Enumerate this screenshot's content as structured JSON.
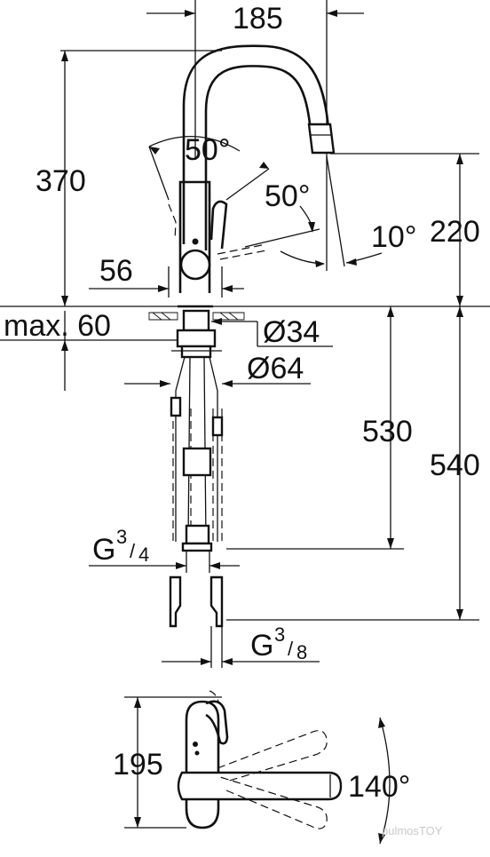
{
  "dimensions": {
    "width_top": "185",
    "height_total": "370",
    "angle_handle": "50°",
    "angle_spout": "50°",
    "height_spout": "220",
    "angle_tilt": "10°",
    "handle_offset": "56",
    "max_thickness": "max. 60",
    "hole_diameter": "Ø34",
    "base_diameter": "Ø64",
    "hose_530": "530",
    "hose_540": "540",
    "thread_34_g": "G",
    "thread_34_num": "3",
    "thread_34_den": "4",
    "thread_38_g": "G",
    "thread_38_num": "3",
    "thread_38_den": "8",
    "depth_top": "195",
    "swivel_angle": "140°"
  },
  "watermark": "pulmosTOY",
  "colors": {
    "line": "#111111",
    "background": "#ffffff",
    "watermark": "#c9c9c9"
  }
}
